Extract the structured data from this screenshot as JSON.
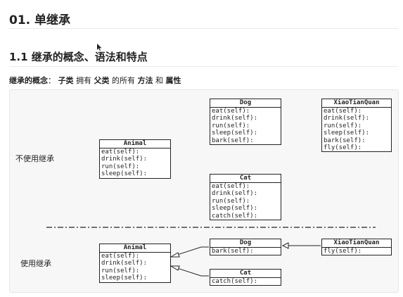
{
  "heading1": "01. 单继承",
  "heading2": "1.1 继承的概念、语法和特点",
  "concept": {
    "prefix": "继承的概念",
    "colon": "：",
    "w1": "子类",
    "t1": "拥有",
    "w2": "父类",
    "t2": "的所有",
    "w3": "方法",
    "t3": "和",
    "w4": "属性"
  },
  "diagram": {
    "label_no_inherit": "不使用继承",
    "label_inherit": "使用继承",
    "top": {
      "animal": {
        "name": "Animal",
        "methods": [
          "eat(self):",
          "drink(self):",
          "run(self):",
          "sleep(self):"
        ]
      },
      "dog": {
        "name": "Dog",
        "methods": [
          "eat(self):",
          "drink(self):",
          "run(self):",
          "sleep(self):",
          "bark(self):"
        ]
      },
      "xtq": {
        "name": "XiaoTianQuan",
        "methods": [
          "eat(self):",
          "drink(self):",
          "run(self):",
          "sleep(self):",
          "bark(self):",
          "fly(self):"
        ]
      },
      "cat": {
        "name": "Cat",
        "methods": [
          "eat(self):",
          "drink(self):",
          "run(self):",
          "sleep(self):",
          "catch(self):"
        ]
      }
    },
    "bottom": {
      "animal": {
        "name": "Animal",
        "methods": [
          "eat(self):",
          "drink(self):",
          "run(self):",
          "sleep(self):"
        ]
      },
      "dog": {
        "name": "Dog",
        "methods": [
          "bark(self):"
        ]
      },
      "xtq": {
        "name": "XiaoTianQuan",
        "methods": [
          "fly(self):"
        ]
      },
      "cat": {
        "name": "Cat",
        "methods": [
          "catch(self):"
        ]
      }
    }
  }
}
